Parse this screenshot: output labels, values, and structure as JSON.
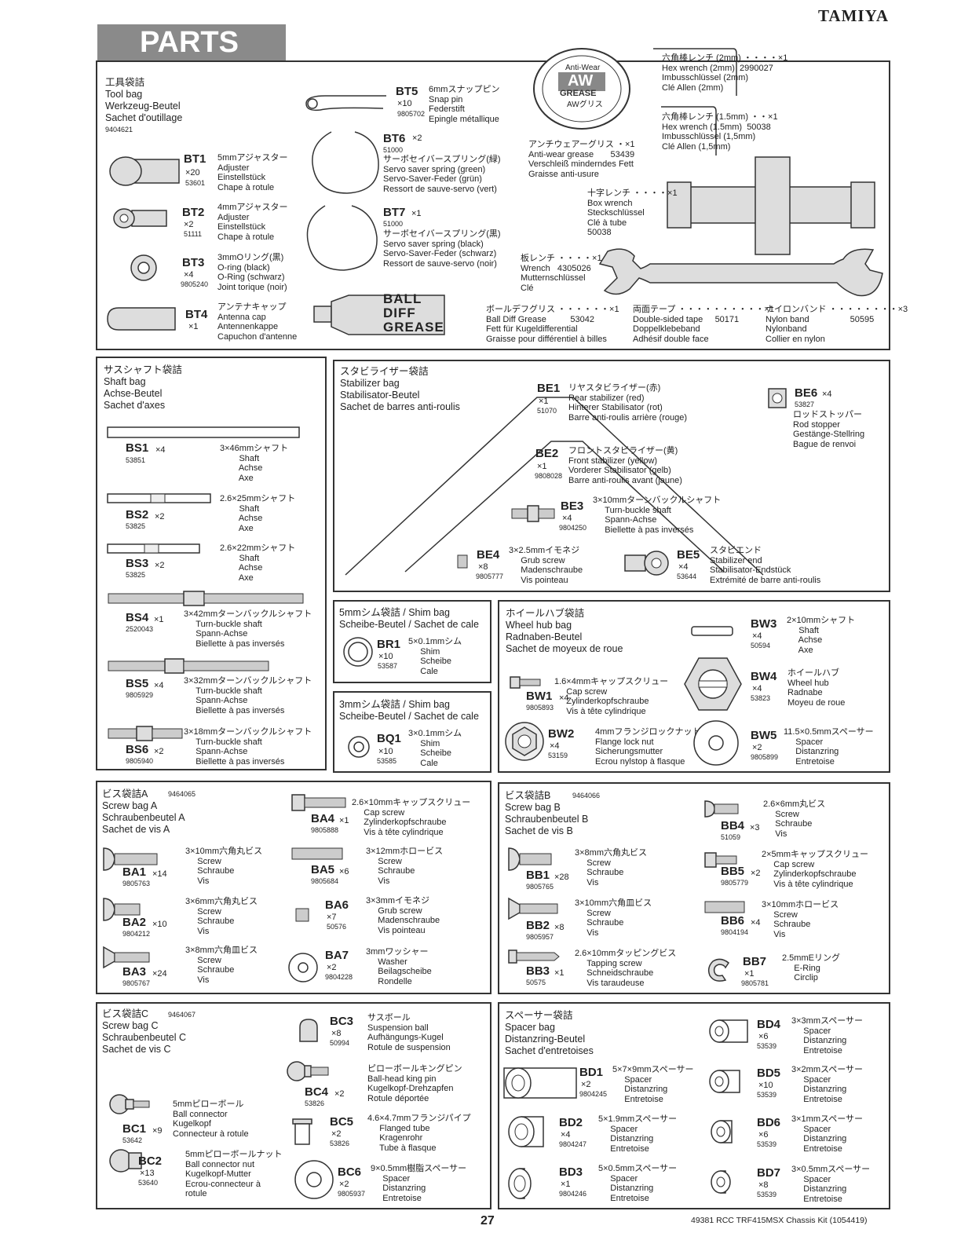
{
  "header": {
    "brand": "TAMIYA",
    "section_title": "PARTS"
  },
  "tool_bag": {
    "title": "工具袋詰\nTool bag\nWerkzeug-Beutel\nSachet d'outillage",
    "number": "9404621"
  },
  "grease_logo": {
    "top": "Anti-Wear",
    "main": "AW",
    "sub": "GREASE",
    "jp": "AWグリス"
  },
  "diff_tube": {
    "text": "BALL\nDIFF\nGREASE"
  },
  "tools": [
    {
      "code": "BT1",
      "qty": "×20",
      "num": "53601",
      "desc": "5mmアジャスター\nAdjuster\nEinstellstück\nChape à rotule"
    },
    {
      "code": "BT2",
      "qty": "×2",
      "num": "51111",
      "desc": "4mmアジャスター\nAdjuster\nEinstellstück\nChape à rotule"
    },
    {
      "code": "BT3",
      "qty": "×4",
      "num": "9805240",
      "desc": "3mmOリング(黒)\nO-ring (black)\nO-Ring (schwarz)\nJoint torique (noir)"
    },
    {
      "code": "BT4",
      "qty": "×1",
      "num": "",
      "desc": "アンテナキャップ\nAntenna cap\nAntennenkappe\nCapuchon d'antenne"
    },
    {
      "code": "BT5",
      "qty": "×10",
      "num": "9805702",
      "desc": "6mmスナップピン\nSnap pin\nFederstift\nEpingle métallique"
    },
    {
      "code": "BT6",
      "qty": "×2",
      "num": "51000",
      "desc": "サーボセイバースプリング(緑)\nServo saver spring (green)\nServo-Saver-Feder (grün)\nRessort de sauve-servo (vert)"
    },
    {
      "code": "BT7",
      "qty": "×1",
      "num": "51000",
      "desc": "サーボセイバースプリング(黒)\nServo saver spring (black)\nServo-Saver-Feder (schwarz)\nRessort de sauve-servo (noir)"
    }
  ],
  "tool_texts": {
    "hex2": "六角棒レンチ (2mm) ・・・・×1\nHex wrench (2mm)  2990027\nImbusschlüssel (2mm)\nClé Allen (2mm)",
    "hex15": "六角棒レンチ (1.5mm) ・・×1\nHex wrench (1.5mm)  50038\nImbusschlüssel (1,5mm)\nClé Allen (1,5mm)",
    "awgrease": "アンチウェアーグリス ・×1\nAnti-wear grease       53439\nVerschleiß minderndes Fett\nGraisse anti-usure",
    "box": "十字レンチ ・・・・×1\nBox wrench\nSteckschlüssel\nClé à tube\n50038",
    "wrench": "板レンチ ・・・・×1\nWrench   4305026\nMutternschlüssel\nClé",
    "diffgrease": "ボールデフグリス ・・・・・・×1\nBall Diff Grease          53042\nFett für Kugeldifferential\nGraisse pour différentiel à billes",
    "tape": "両面テープ ・・・・・・・・・・×1\nDouble-sided tape     50171\nDoppelklebeband\nAdhésif double face",
    "nylon": "ナイロンバンド ・・・・・・・・×3\nNylon band                 50595\nNylonband\nCollier en nylon"
  },
  "shaft_bag": {
    "title": "サスシャフト袋詰\nShaft bag\nAchse-Beutel\nSachet d'axes",
    "items": [
      {
        "code": "BS1",
        "qty": "×4",
        "num": "53851",
        "desc": "3×46mmシャフト\n        Shaft\n        Achse\n        Axe"
      },
      {
        "code": "BS2",
        "qty": "×2",
        "num": "53825",
        "desc": "2.6×25mmシャフト\n        Shaft\n        Achse\n        Axe"
      },
      {
        "code": "BS3",
        "qty": "×2",
        "num": "53825",
        "desc": "2.6×22mmシャフト\n        Shaft\n        Achse\n        Axe"
      },
      {
        "code": "BS4",
        "qty": "×1",
        "num": "2520043",
        "desc": "3×42mmターンバックルシャフト\n     Turn-buckle shaft\n     Spann-Achse\n     Biellette à pas inversés"
      },
      {
        "code": "BS5",
        "qty": "×4",
        "num": "9805929",
        "desc": "3×32mmターンバックルシャフト\n     Turn-buckle shaft\n     Spann-Achse\n     Biellette à pas inversés"
      },
      {
        "code": "BS6",
        "qty": "×2",
        "num": "9805940",
        "desc": "3×18mmターンバックルシャフト\n     Turn-buckle shaft\n     Spann-Achse\n     Biellette à pas inversés"
      }
    ]
  },
  "stabilizer_bag": {
    "title": "スタビライザー袋詰\nStabilizer bag\nStabilisator-Beutel\nSachet de barres anti-roulis",
    "items": [
      {
        "code": "BE1",
        "qty": "×1",
        "num": "51070",
        "desc": "リヤスタビライザー(赤)\nRear stabilizer (red)\nHinterer Stabilisator (rot)\nBarre anti-roulis arrière (rouge)"
      },
      {
        "code": "BE2",
        "qty": "×1",
        "num": "9808028",
        "desc": "フロントスタビライザー(黄)\nFront stabilizer (yellow)\nVorderer Stabilisator (gelb)\nBarre anti-roulis avant (jaune)"
      },
      {
        "code": "BE3",
        "qty": "×4",
        "num": "9804250",
        "desc": "3×10mmターンバックルシャフト\n     Turn-buckle shaft\n     Spann-Achse\n     Biellette à pas inversés"
      },
      {
        "code": "BE4",
        "qty": "×8",
        "num": "9805777",
        "desc": "3×2.5mmイモネジ\n     Grub screw\n     Madenschraube\n     Vis pointeau"
      },
      {
        "code": "BE5",
        "qty": "×4",
        "num": "53644",
        "desc": "スタビエンド\nStabilizer end\nStabilisator-Endstück\nExtrémité de barre anti-roulis"
      },
      {
        "code": "BE6",
        "qty": "×4",
        "num": "53827",
        "desc": "ロッドストッパー\nRod stopper\nGestänge-Stellring\nBague de renvoi"
      }
    ]
  },
  "shim5_bag": {
    "title": "5mmシム袋詰 / Shim bag\nScheibe-Beutel / Sachet de cale",
    "item": {
      "code": "BR1",
      "qty": "×10",
      "num": "53587",
      "desc": "5×0.1mmシム\n     Shim\n     Scheibe\n     Cale"
    }
  },
  "shim3_bag": {
    "title": "3mmシム袋詰 / Shim bag\nScheibe-Beutel / Sachet de cale",
    "item": {
      "code": "BQ1",
      "qty": "×10",
      "num": "53585",
      "desc": "3×0.1mmシム\n     Shim\n     Scheibe\n     Cale"
    }
  },
  "wheelhub_bag": {
    "title": "ホイールハブ袋詰\nWheel hub bag\nRadnaben-Beutel\nSachet de moyeux de roue",
    "items": [
      {
        "code": "BW1",
        "qty": "×4",
        "num": "9805893",
        "desc": "1.6×4mmキャップスクリュー\n     Cap screw\n     Zylinderkopfschraube\n     Vis à tête cylindrique"
      },
      {
        "code": "BW2",
        "qty": "×4",
        "num": "53159",
        "desc": "4mmフランジロックナット\nFlange lock nut\nSicherungsmutter\nEcrou nylstop à flasque"
      },
      {
        "code": "BW3",
        "qty": "×4",
        "num": "50594",
        "desc": "2×10mmシャフト\n     Shaft\n     Achse\n     Axe"
      },
      {
        "code": "BW4",
        "qty": "×4",
        "num": "53823",
        "desc": "ホイールハブ\nWheel hub\nRadnabe\nMoyeu de roue"
      },
      {
        "code": "BW5",
        "qty": "×2",
        "num": "9805899",
        "desc": "11.5×0.5mmスペーサー\n     Spacer\n     Distanzring\n     Entretoise"
      }
    ]
  },
  "screw_bag_a": {
    "title": "ビス袋詰A\nScrew bag A\nSchraubenbeutel A\nSachet de vis A",
    "number": "9464065",
    "items": [
      {
        "code": "BA1",
        "qty": "×14",
        "num": "9805763",
        "desc": "3×10mm六角丸ビス\n     Screw\n     Schraube\n     Vis"
      },
      {
        "code": "BA2",
        "qty": "×10",
        "num": "9804212",
        "desc": "3×6mm六角丸ビス\n     Screw\n     Schraube\n     Vis"
      },
      {
        "code": "BA3",
        "qty": "×24",
        "num": "9805767",
        "desc": "3×8mm六角皿ビス\n     Screw\n     Schraube\n     Vis"
      },
      {
        "code": "BA4",
        "qty": "×1",
        "num": "9805888",
        "desc": "2.6×10mmキャップスクリュー\n     Cap screw\n     Zylinderkopfschraube\n     Vis à tête cylindrique"
      },
      {
        "code": "BA5",
        "qty": "×6",
        "num": "9805684",
        "desc": "3×12mmホロービス\n     Screw\n     Schraube\n     Vis"
      },
      {
        "code": "BA6",
        "qty": "×7",
        "num": "50576",
        "desc": "3×3mmイモネジ\n     Grub screw\n     Madenschraube\n     Vis pointeau"
      },
      {
        "code": "BA7",
        "qty": "×2",
        "num": "9804228",
        "desc": "3mmワッシャー\n     Washer\n     Beilagscheibe\n     Rondelle"
      }
    ]
  },
  "screw_bag_b": {
    "title": "ビス袋詰B\nScrew bag B\nSchraubenbeutel B\nSachet de vis B",
    "number": "9464066",
    "items": [
      {
        "code": "BB1",
        "qty": "×28",
        "num": "9805765",
        "desc": "3×8mm六角丸ビス\n     Screw\n     Schraube\n     Vis"
      },
      {
        "code": "BB2",
        "qty": "×8",
        "num": "9805957",
        "desc": "3×10mm六角皿ビス\n     Screw\n     Schraube\n     Vis"
      },
      {
        "code": "BB3",
        "qty": "×1",
        "num": "50575",
        "desc": "2.6×10mmタッピングビス\n     Tapping screw\n     Schneidschraube\n     Vis taraudeuse"
      },
      {
        "code": "BB4",
        "qty": "×3",
        "num": "51059",
        "desc": "2.6×6mm丸ビス\n     Screw\n     Schraube\n     Vis"
      },
      {
        "code": "BB5",
        "qty": "×2",
        "num": "9805779",
        "desc": "2×5mmキャップスクリュー\n     Cap screw\n     Zylinderkopfschraube\n     Vis à tête cylindrique"
      },
      {
        "code": "BB6",
        "qty": "×4",
        "num": "9804194",
        "desc": "3×10mmホロービス\n     Screw\n     Schraube\n     Vis"
      },
      {
        "code": "BB7",
        "qty": "×1",
        "num": "9805781",
        "desc": "2.5mmEリング\n     E-Ring\n     Circlip"
      }
    ]
  },
  "screw_bag_c": {
    "title": "ビス袋詰C\nScrew bag C\nSchraubenbeutel C\nSachet de vis C",
    "number": "9464067",
    "items": [
      {
        "code": "BC1",
        "qty": "×9",
        "num": "53642",
        "desc": "5mmピローボール\nBall connector\nKugelkopf\nConnecteur à rotule"
      },
      {
        "code": "BC2",
        "qty": "×13",
        "num": "53640",
        "desc": "5mmピローボールナット\nBall connector nut\nKugelkopf-Mutter\nEcrou-connecteur à\nrotule"
      },
      {
        "code": "BC3",
        "qty": "×8",
        "num": "50994",
        "desc": "サスボール\nSuspension ball\nAufhängungs-Kugel\nRotule de suspension"
      },
      {
        "code": "BC4",
        "qty": "×2",
        "num": "53826",
        "desc": "ピローボールキングピン\nBall-head king pin\nKugelkopf-Drehzapfen\nRotule déportée"
      },
      {
        "code": "BC5",
        "qty": "×2",
        "num": "53826",
        "desc": "4.6×4.7mmフランジパイプ\n     Flanged tube\n     Kragenrohr\n     Tube à flasque"
      },
      {
        "code": "BC6",
        "qty": "×2",
        "num": "9805937",
        "desc": "9×0.5mm樹脂スペーサー\n     Spacer\n     Distanzring\n     Entretoise"
      }
    ]
  },
  "spacer_bag": {
    "title": "スペーサー袋詰\nSpacer bag\nDistanzring-Beutel\nSachet d'entretoises",
    "items": [
      {
        "code": "BD1",
        "qty": "×2",
        "num": "9804245",
        "desc": "5×7×9mmスペーサー\n     Spacer\n     Distanzring\n     Entretoise"
      },
      {
        "code": "BD2",
        "qty": "×4",
        "num": "9804247",
        "desc": "5×1.9mmスペーサー\n     Spacer\n     Distanzring\n     Entretoise"
      },
      {
        "code": "BD3",
        "qty": "×1",
        "num": "9804246",
        "desc": "5×0.5mmスペーサー\n     Spacer\n     Distanzring\n     Entretoise"
      },
      {
        "code": "BD4",
        "qty": "×6",
        "num": "53539",
        "desc": "3×3mmスペーサー\n     Spacer\n     Distanzring\n     Entretoise"
      },
      {
        "code": "BD5",
        "qty": "×10",
        "num": "53539",
        "desc": "3×2mmスペーサー\n     Spacer\n     Distanzring\n     Entretoise"
      },
      {
        "code": "BD6",
        "qty": "×6",
        "num": "53539",
        "desc": "3×1mmスペーサー\n     Spacer\n     Distanzring\n     Entretoise"
      },
      {
        "code": "BD7",
        "qty": "×8",
        "num": "53539",
        "desc": "3×0.5mmスペーサー\n     Spacer\n     Distanzring\n     Entretoise"
      }
    ]
  },
  "footer": {
    "page": "27",
    "kit": "49381  RCC TRF415MSX Chassis Kit (1054419)"
  }
}
